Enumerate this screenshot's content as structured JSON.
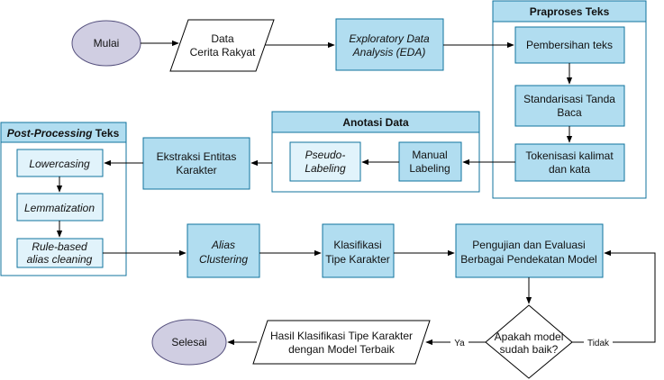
{
  "colors": {
    "box_fill": "#b1ddf0",
    "box_stroke": "#10739e",
    "light_fill": "#e1f3fb",
    "terminal_fill": "#d0cee2",
    "terminal_stroke": "#56517e",
    "arrow": "#000000"
  },
  "nodes": {
    "mulai": "Mulai",
    "data_line1": "Data",
    "data_line2": "Cerita Rakyat",
    "eda_line1": "Exploratory Data",
    "eda_line2": "Analysis (EDA)",
    "praproses_title": "Praproses Teks",
    "pembersihan": "Pembersihan teks",
    "standarisasi_line1": "Standarisasi Tanda",
    "standarisasi_line2": "Baca",
    "tokenisasi_line1": "Tokenisasi kalimat",
    "tokenisasi_line2": "dan kata",
    "anotasi_title": "Anotasi Data",
    "manual_line1": "Manual",
    "manual_line2": "Labeling",
    "pseudo_line1": "Pseudo-",
    "pseudo_line2": "Labeling",
    "ekstraksi_line1": "Ekstraksi Entitas",
    "ekstraksi_line2": "Karakter",
    "post_title_italic": "Post-Processing",
    "post_title_rest": " Teks",
    "lowercasing": "Lowercasing",
    "lemmatization": "Lemmatization",
    "rule_line1": "Rule-based",
    "rule_line2": "alias cleaning",
    "alias_line1": "Alias",
    "alias_line2": "Clustering",
    "klasifikasi_line1": "Klasifikasi",
    "klasifikasi_line2": "Tipe Karakter",
    "pengujian_line1": "Pengujian dan Evaluasi",
    "pengujian_line2": "Berbagai Pendekatan Model",
    "decision_line1": "Apakah model",
    "decision_line2": "sudah baik?",
    "hasil_line1": "Hasil Klasifikasi Tipe Karakter",
    "hasil_line2": "dengan Model Terbaik",
    "selesai": "Selesai"
  },
  "edge_labels": {
    "ya": "Ya",
    "tidak": "Tidak"
  }
}
